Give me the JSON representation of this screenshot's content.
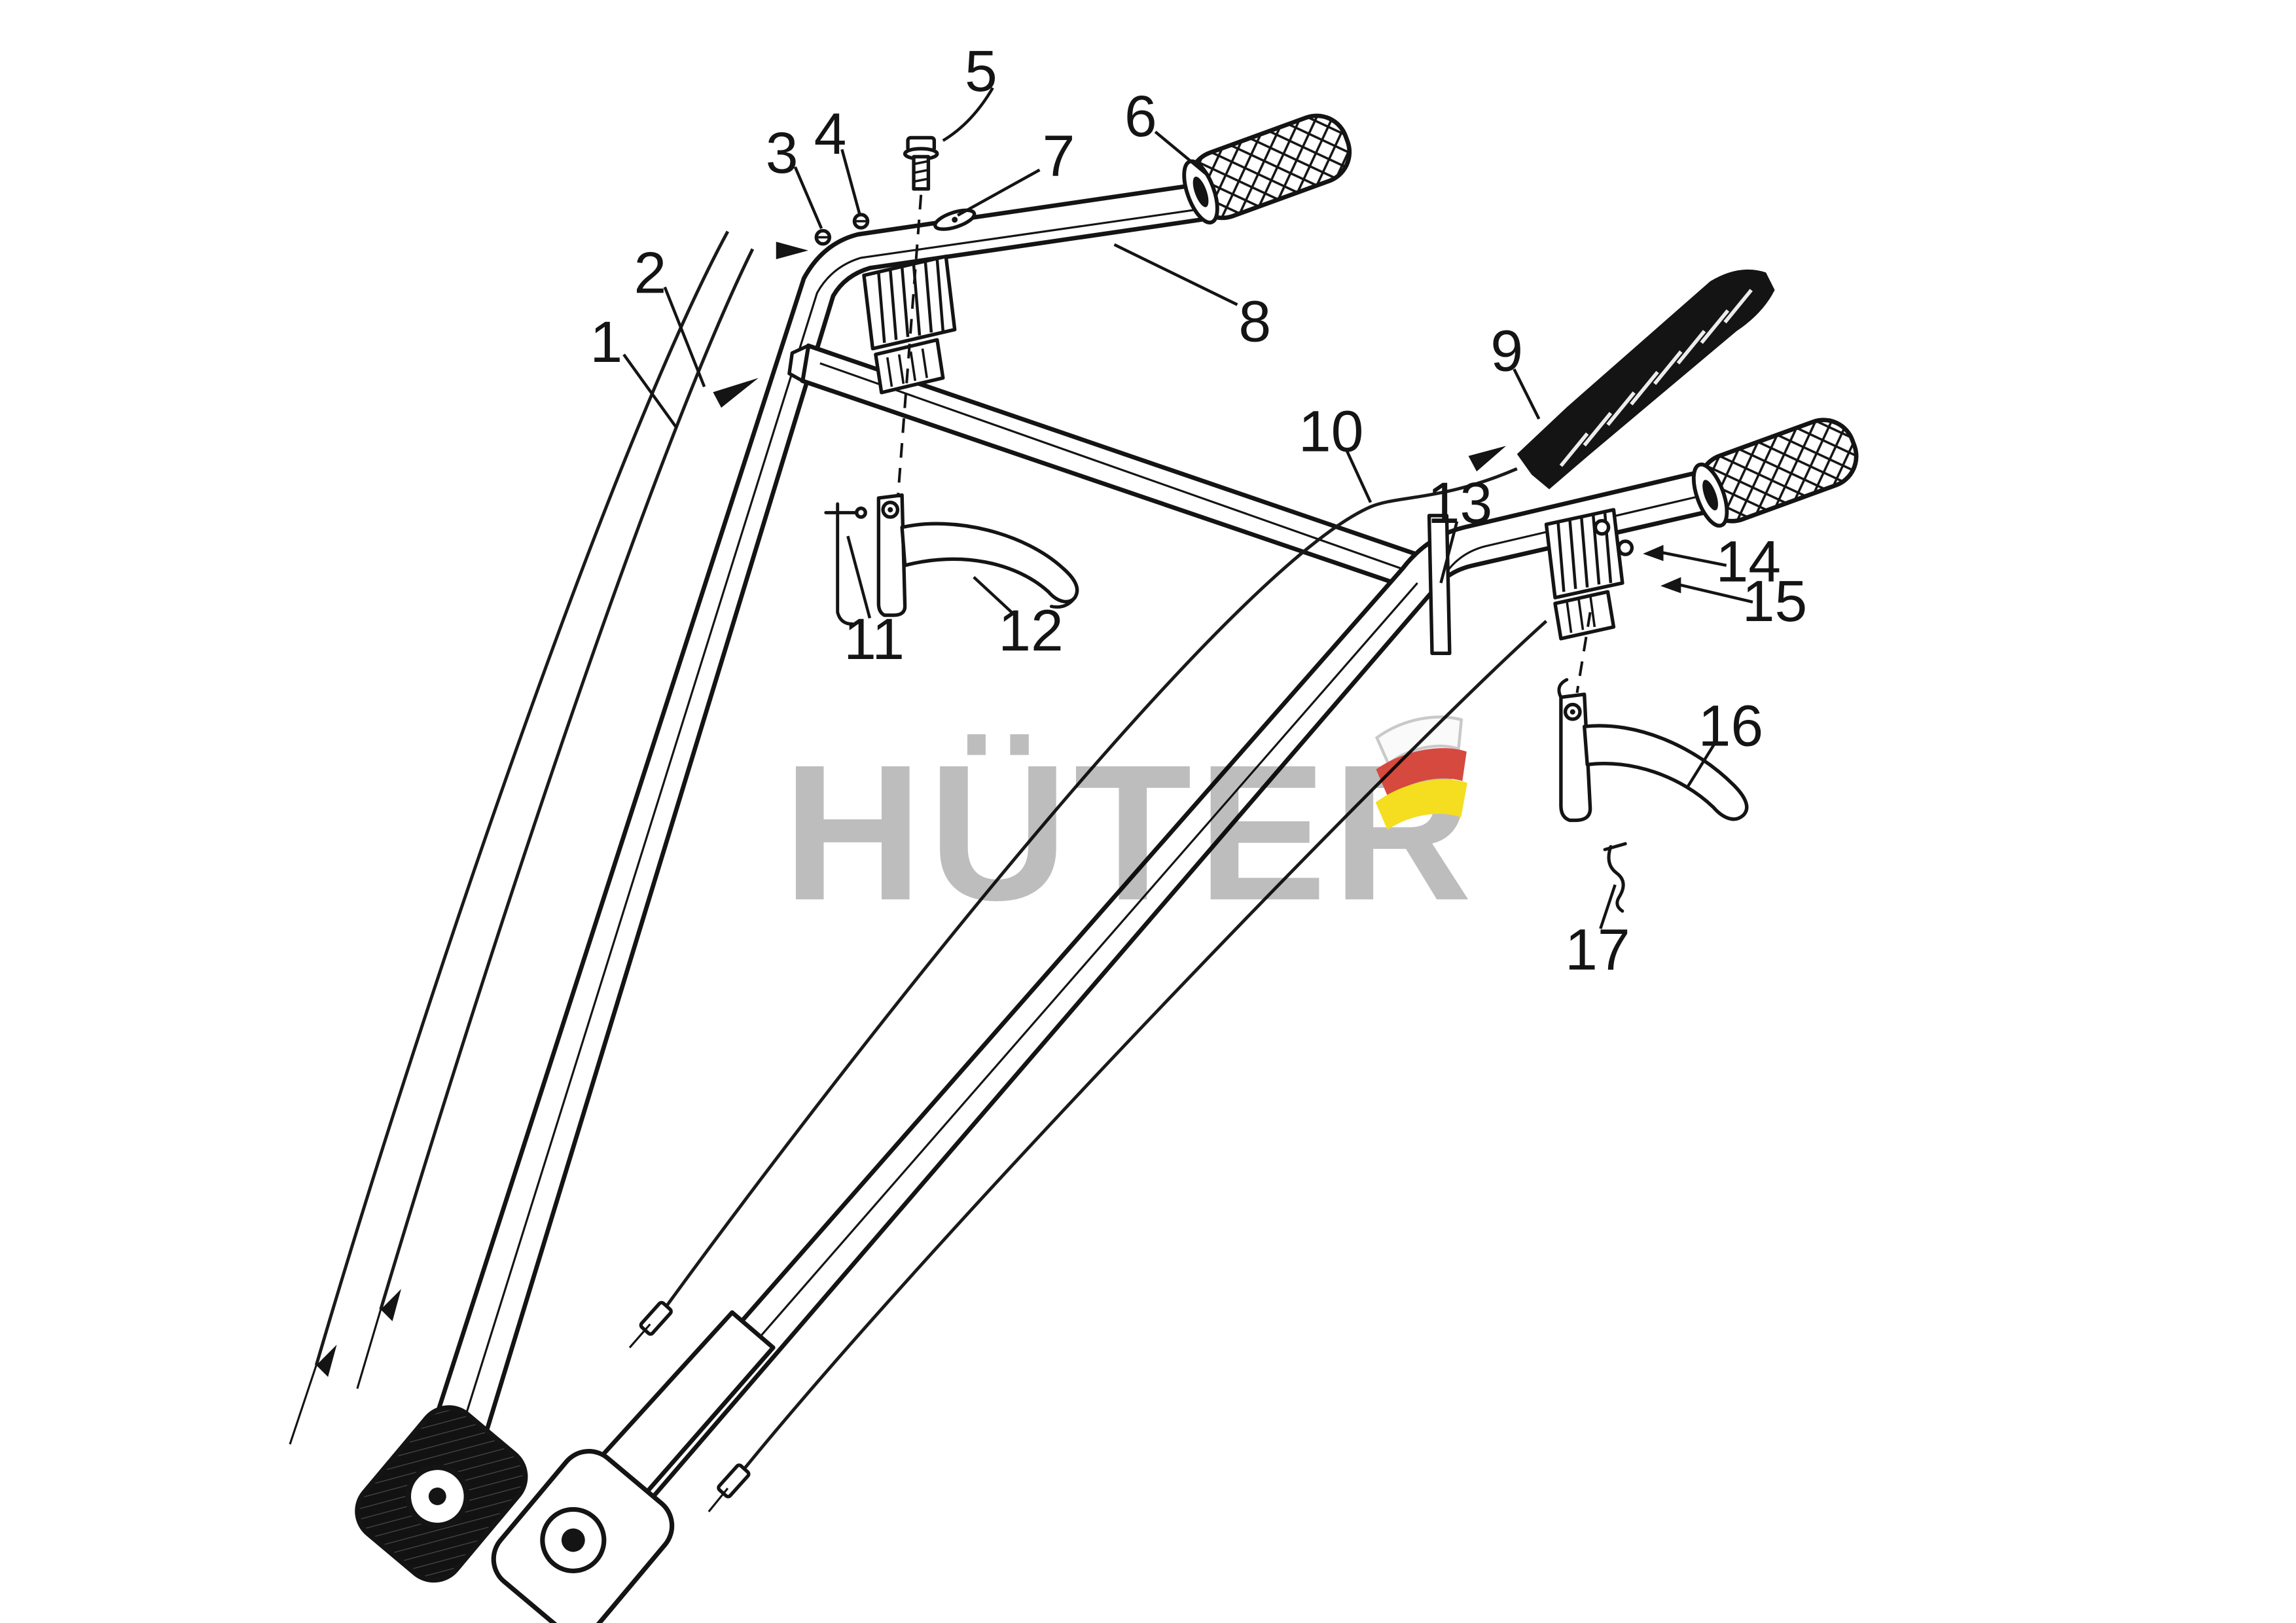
{
  "page": {
    "background": "#ffffff",
    "line_color": "#141414",
    "kind": "exploded-parts-diagram-handlebar-assembly"
  },
  "watermark": {
    "text": "HÜTER",
    "color": "#b4b4b4",
    "flag_colors": {
      "white": "#fafafa",
      "red": "#d03024",
      "yellow": "#f3da00"
    }
  },
  "callouts": [
    {
      "label": "1"
    },
    {
      "label": "2"
    },
    {
      "label": "3"
    },
    {
      "label": "4"
    },
    {
      "label": "5"
    },
    {
      "label": "6"
    },
    {
      "label": "7"
    },
    {
      "label": "8"
    },
    {
      "label": "9"
    },
    {
      "label": "10"
    },
    {
      "label": "11"
    },
    {
      "label": "12"
    },
    {
      "label": "13"
    },
    {
      "label": "14"
    },
    {
      "label": "15"
    },
    {
      "label": "16"
    },
    {
      "label": "17"
    }
  ]
}
